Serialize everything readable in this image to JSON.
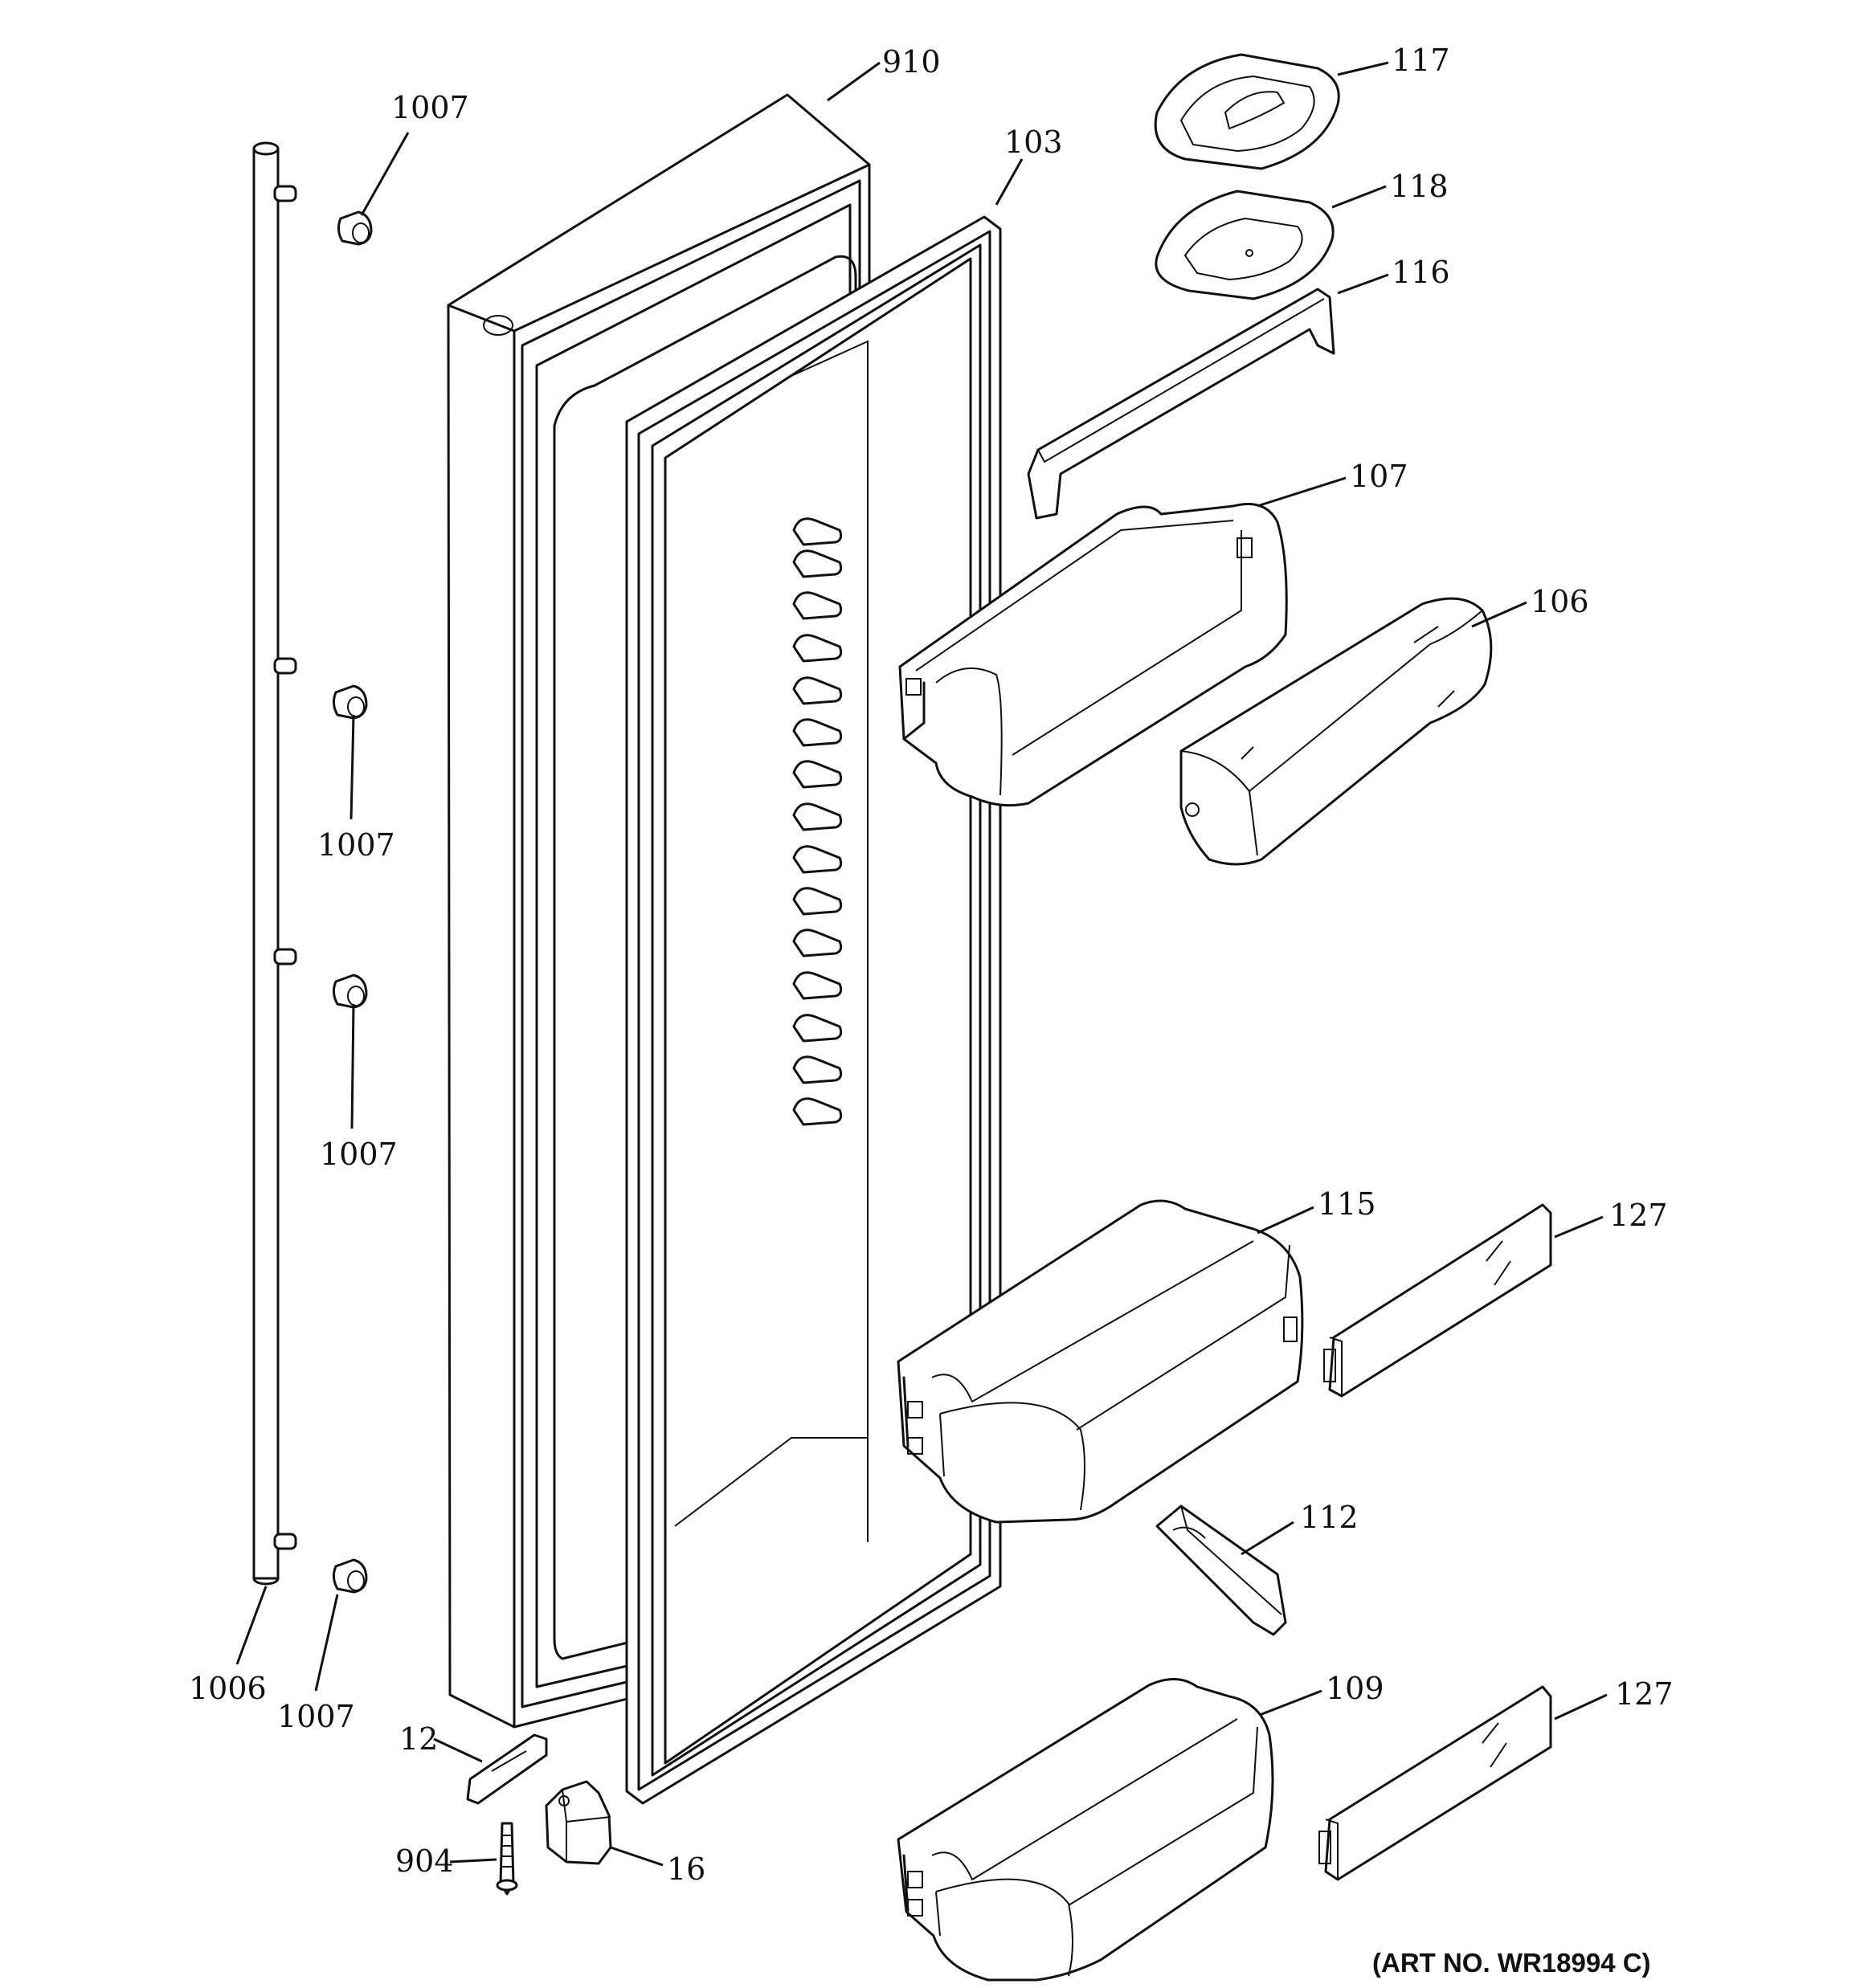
{
  "callouts": {
    "c910": "910",
    "c1007_a": "1007",
    "c103": "103",
    "c117": "117",
    "c118": "118",
    "c116": "116",
    "c107": "107",
    "c106": "106",
    "c1007_b": "1007",
    "c1007_c": "1007",
    "c115": "115",
    "c127_a": "127",
    "c112": "112",
    "c109": "109",
    "c127_b": "127",
    "c1006": "1006",
    "c1007_d": "1007",
    "c12": "12",
    "c904": "904",
    "c16": "16"
  },
  "art_number": "(ART NO. WR18994 C)"
}
